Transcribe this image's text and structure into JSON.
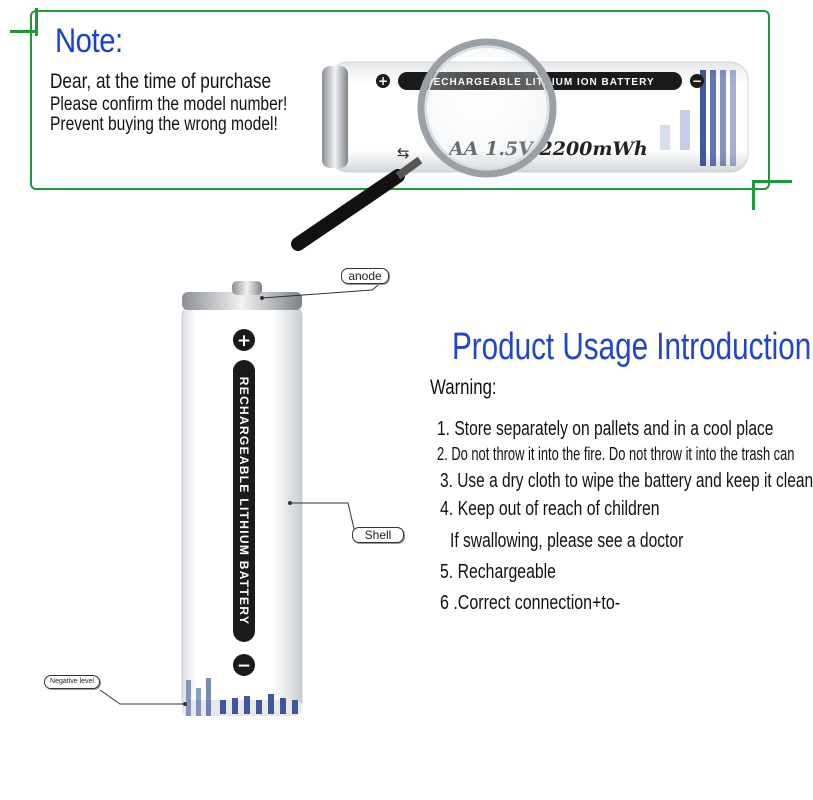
{
  "note": {
    "title": "Note:",
    "lines": [
      "Dear, at the time of purchase",
      "Please confirm the model number!",
      "Prevent buying the wrong model!"
    ]
  },
  "small_battery": {
    "banner_text": "RECHARGEABLE LITHIUM ION BATTERY",
    "model_text": "AA 1.5V 2200mWh",
    "plus": "+",
    "minus": "−"
  },
  "big_battery": {
    "side_text": "RECHARGEABLE LITHIUM BATTERY",
    "plus": "+",
    "minus": "−"
  },
  "labels": {
    "anode": "anode",
    "shell": "Shell",
    "negative": "Negative level"
  },
  "usage": {
    "title": "Product Usage Introduction",
    "warning": "Warning:",
    "items": [
      "1. Store separately on pallets and in a cool place",
      "2. Do not throw it into the fire. Do not throw it into the trash can",
      "3. Use a dry cloth to wipe the battery and keep it clean",
      "4. Keep out of reach of children",
      "If swallowing, please see a doctor",
      "5. Rechargeable",
      "6 .Correct connection+to-"
    ]
  },
  "colors": {
    "frame_green": "#1a9a3a",
    "title_blue": "#1740d6",
    "battery_blue": "#1e3c8c"
  }
}
